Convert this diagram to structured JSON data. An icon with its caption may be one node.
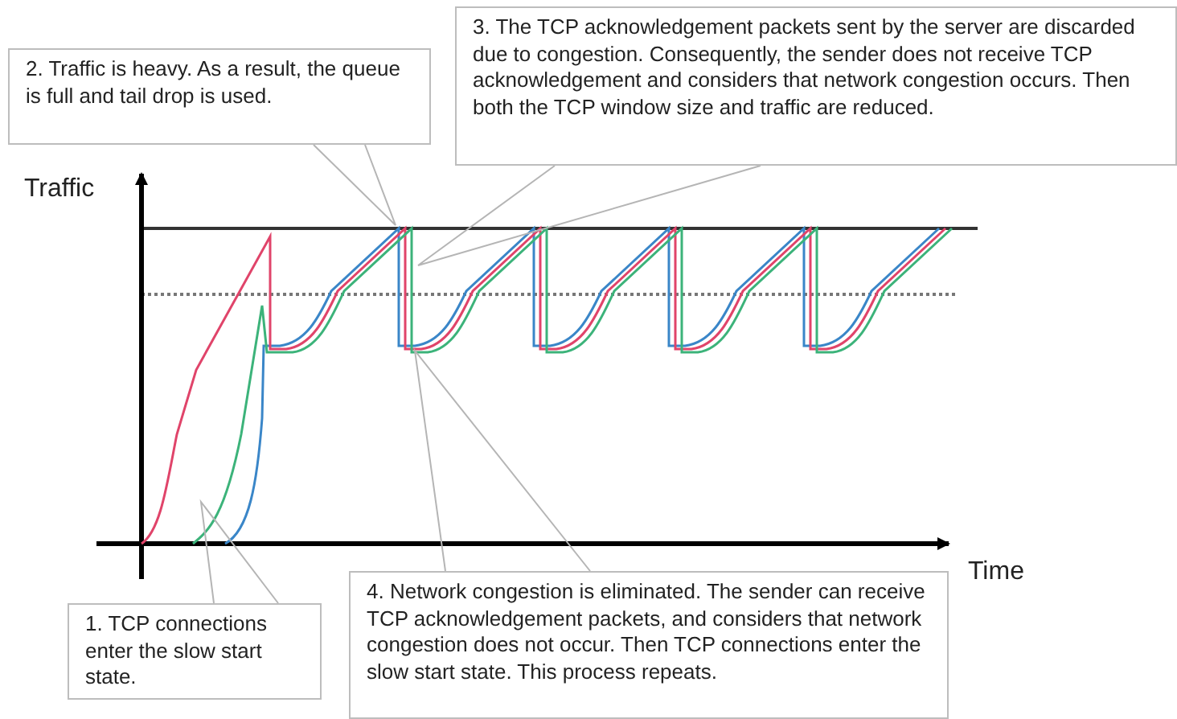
{
  "diagram": {
    "nodes": [
      {
        "text": [
          "2. Traffic is heavy. As a result, the queue is full and tail drop is used."
        ]
      },
      {
        "text": [
          "3. The TCP acknowledgement packets sent by the server are discarded due to congestion. Consequently, the sender does not receive TCP acknowledgement and considers that network congestion occurs. Then both the TCP window size and traffic are reduced."
        ]
      },
      {
        "text": [
          "1. TCP connections enter the slow start state."
        ]
      },
      {
        "text": [
          "4. Network congestion is eliminated. The sender can receive TCP acknowledgement packets, and considers that network congestion does not occur. Then TCP connections enter the slow start state. This process repeats."
        ]
      }
    ],
    "edges": [
      {
        "from": 0,
        "to": null,
        "arrow": "none"
      },
      {
        "from": 1,
        "to": null,
        "arrow": "none"
      },
      {
        "from": 2,
        "to": null,
        "arrow": "none"
      },
      {
        "from": 3,
        "to": null,
        "arrow": "none"
      }
    ],
    "labels": [
      "Traffic",
      "Time"
    ]
  }
}
